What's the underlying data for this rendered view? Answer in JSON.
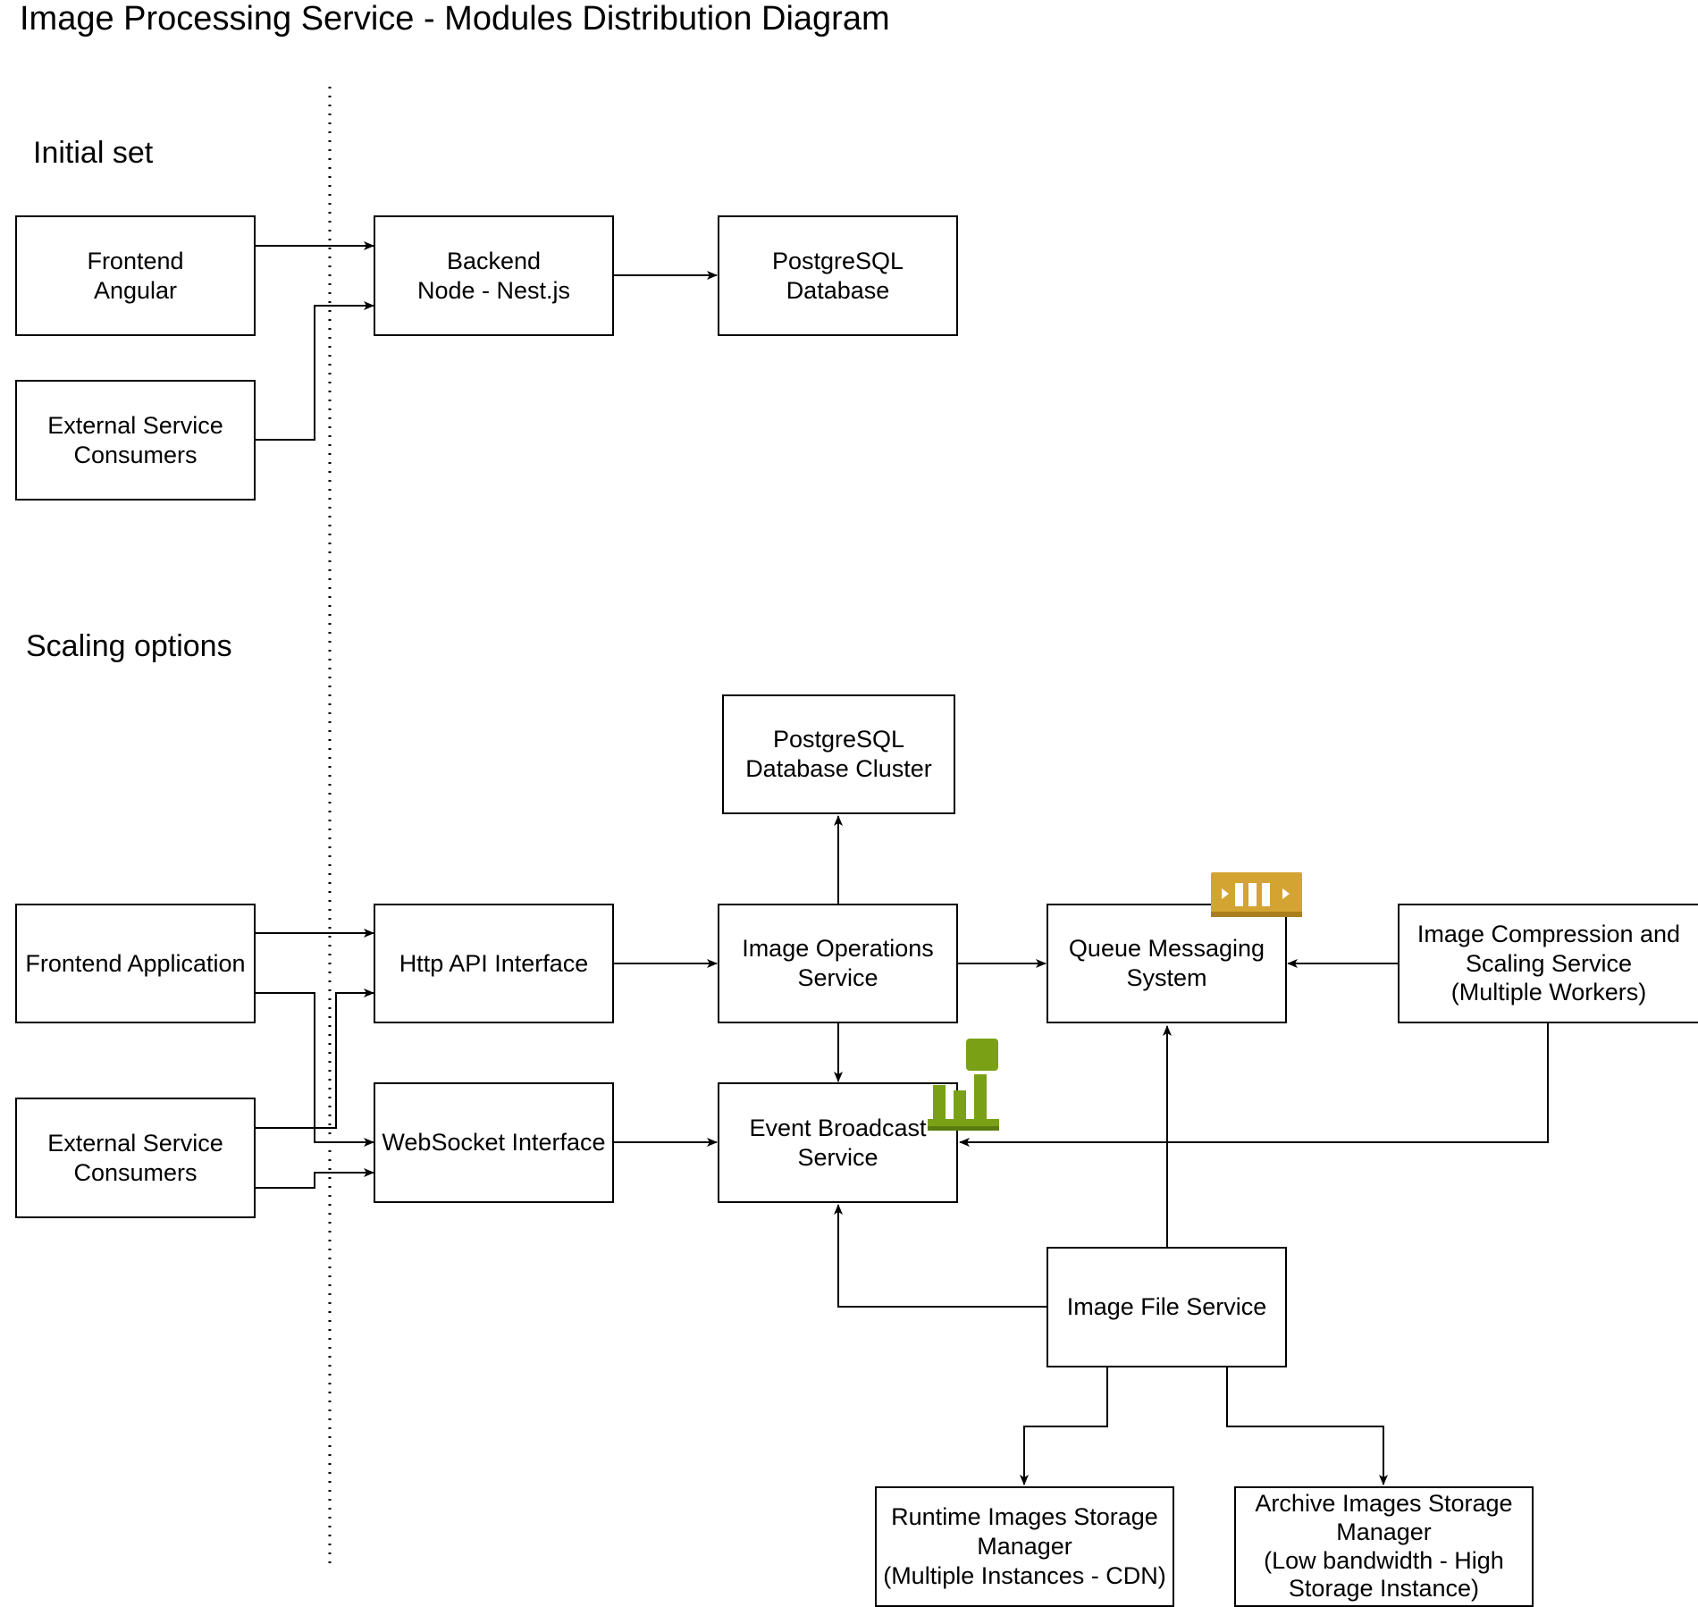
{
  "title": "Image Processing Service - Modules Distribution Diagram",
  "sections": {
    "initial": "Initial set",
    "scaling": "Scaling options"
  },
  "initial": {
    "frontend": [
      "Frontend",
      "Angular"
    ],
    "external": [
      "External Service",
      "Consumers"
    ],
    "backend": [
      "Backend",
      "Node - Nest.js"
    ],
    "database": [
      "PostgreSQL",
      "Database"
    ]
  },
  "scaling": {
    "frontend": [
      "Frontend Application"
    ],
    "external": [
      "External Service",
      "Consumers"
    ],
    "http_api": [
      "Http API Interface"
    ],
    "websocket": [
      "WebSocket Interface"
    ],
    "db_cluster": [
      "PostgreSQL",
      "Database Cluster"
    ],
    "image_ops": [
      "Image Operations",
      "Service"
    ],
    "queue": [
      "Queue Messaging",
      "System"
    ],
    "compression": [
      "Image Compression and",
      "Scaling Service",
      "(Multiple Workers)"
    ],
    "event_broadcast": [
      "Event Broadcast",
      "Service"
    ],
    "image_file": [
      "Image File Service"
    ],
    "runtime_storage": [
      "Runtime Images Storage",
      "Manager",
      "(Multiple Instances - CDN)"
    ],
    "archive_storage": [
      "Archive Images Storage",
      "Manager",
      "(Low bandwidth - High",
      "Storage Instance)"
    ]
  },
  "icons": {
    "queue": "queue-messaging-icon",
    "event": "event-broadcast-icon"
  },
  "colors": {
    "queue_icon": "#D4A433",
    "event_icon": "#7AA116",
    "line": "#000000"
  }
}
